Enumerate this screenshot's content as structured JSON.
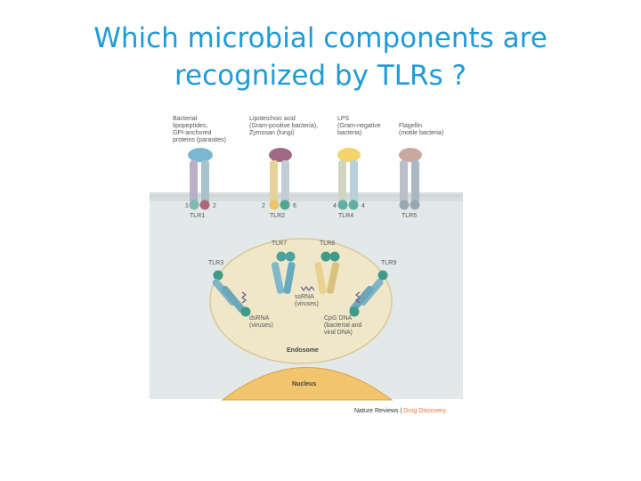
{
  "title": {
    "line1": "Which microbial components are",
    "line2": "recognized by TLRs ?"
  },
  "figure": {
    "ligands": [
      "Bacterial\nlipopeptides,\nGPI-anchored\nproteins (parasites)",
      "Lipoteichoic acid\n(Gram-positive bacteria),\nZymosan (fungi)",
      "LPS\n(Gram-negative\nbacteria)",
      "Flagellin\n(motile bacteria)"
    ],
    "numbers": [
      "1",
      "2",
      "2",
      "6",
      "4",
      "4"
    ],
    "surface_tlrs": [
      "TLR1",
      "TLR2",
      "TLR4",
      "TLR5"
    ],
    "endosomal_tlrs": [
      "TLR7",
      "TLR8",
      "TLR3",
      "TLR9"
    ],
    "nucleic_acids": {
      "ssrna": "ssRNA\n(viruses)",
      "dsrna": "dsRNA\n(viruses)",
      "cpg": "CpG DNA\n(bacterial and\nviral DNA)"
    },
    "compartments": {
      "endosome": "Endosome",
      "nucleus": "Nucleus"
    },
    "credit": {
      "journal": "Nature Reviews",
      "separator": " | ",
      "section": "Drug Discovery"
    }
  }
}
